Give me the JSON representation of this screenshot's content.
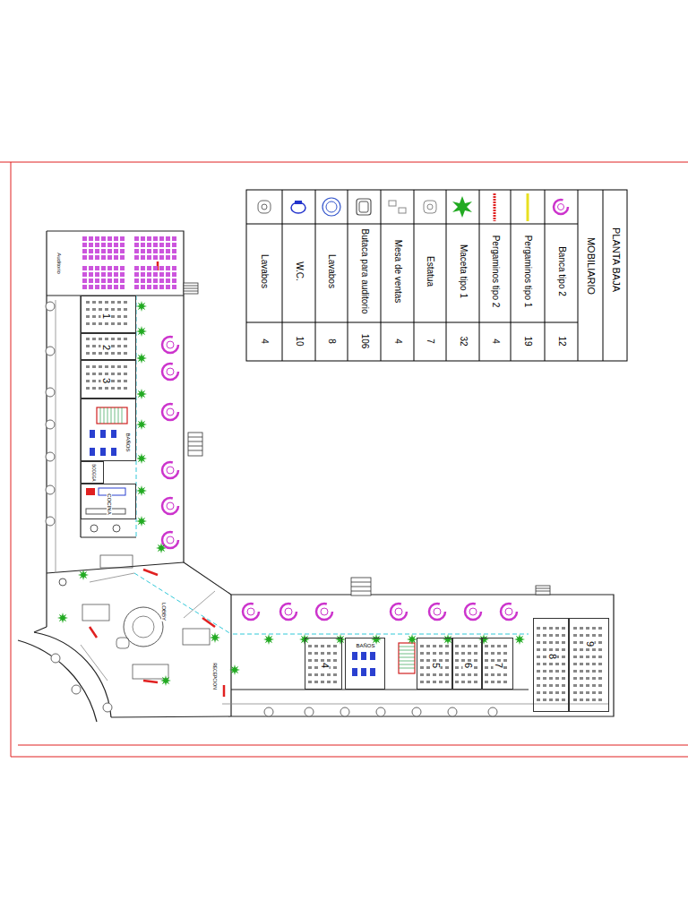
{
  "diagram": {
    "title": "PLANTA BAJA",
    "nodes": [
      {
        "text": [
          "Auditorio"
        ]
      },
      {
        "text": [
          "1"
        ]
      },
      {
        "text": [
          "2"
        ]
      },
      {
        "text": [
          "3"
        ]
      },
      {
        "text": [
          "BAÑOS"
        ]
      },
      {
        "text": [
          "BODEGA"
        ]
      },
      {
        "text": [
          "COCINA"
        ]
      },
      {
        "text": [
          "LOBBY"
        ]
      },
      {
        "text": [
          "RECEPCION"
        ]
      },
      {
        "text": [
          "4"
        ]
      },
      {
        "text": [
          "BAÑOS"
        ]
      },
      {
        "text": [
          "5"
        ]
      },
      {
        "text": [
          "6"
        ]
      },
      {
        "text": [
          "7"
        ]
      },
      {
        "text": [
          "8"
        ]
      },
      {
        "text": [
          "9"
        ]
      }
    ],
    "labels": [
      "MOBILIARIO",
      "12",
      "19",
      "4",
      "32",
      "7",
      "4",
      "106",
      "8",
      "10",
      "4"
    ],
    "legend": [
      {
        "text": "Banca tipo 2"
      },
      {
        "text": "Pergaminos tipo 1"
      },
      {
        "text": "Pergaminos tipo 2"
      },
      {
        "text": "Maceta tipo 1"
      },
      {
        "text": "Estatua"
      },
      {
        "text": "Mesa de ventas"
      },
      {
        "text": "Butaca para auditorio"
      },
      {
        "text": "Lavabos"
      },
      {
        "text": "W.C."
      },
      {
        "text": "Lavabos"
      }
    ]
  }
}
